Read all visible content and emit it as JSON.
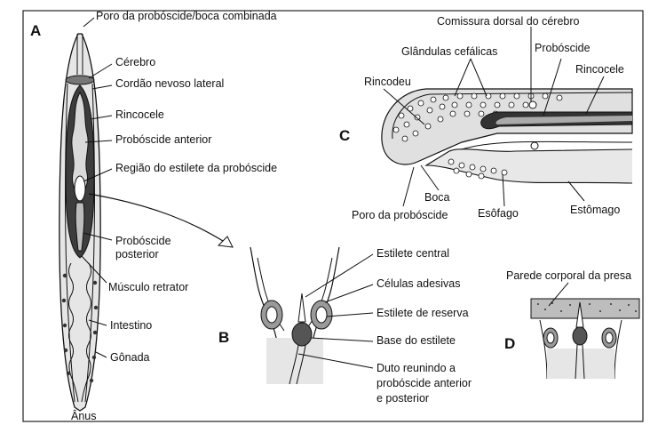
{
  "panels": {
    "a": "A",
    "b": "B",
    "c": "C",
    "d": "D"
  },
  "labels_a": {
    "poro_boca": "Poro da probóscide/boca combinada",
    "cerebro": "Cérebro",
    "cordao": "Cordão nevoso lateral",
    "rincocele": "Rincocele",
    "prob_anterior": "Probóscide anterior",
    "regiao_estilete": "Região do estilete da probóscide",
    "prob_posterior_1": "Probóscide",
    "prob_posterior_2": "posterior",
    "musculo": "Músculo retrator",
    "intestino": "Intestino",
    "gonada": "Gônada",
    "anus": "Ânus"
  },
  "labels_b": {
    "estilete_central": "Estilete central",
    "celulas_adesivas": "Células adesivas",
    "estilete_reserva": "Estilete de reserva",
    "base_estilete": "Base do estilete",
    "duto_1": "Duto reunindo a",
    "duto_2": "probóscide anterior",
    "duto_3": "e posterior"
  },
  "labels_c": {
    "comissura": "Comissura dorsal do cérebro",
    "glandulas": "Glândulas cefálicas",
    "proboscide": "Probóscide",
    "rincodeu": "Rincodeu",
    "rincocele": "Rincocele",
    "boca": "Boca",
    "poro": "Poro da probóscide",
    "esofago": "Esôfago",
    "estomago": "Estômago"
  },
  "labels_d": {
    "parede": "Parede corporal da presa"
  }
}
